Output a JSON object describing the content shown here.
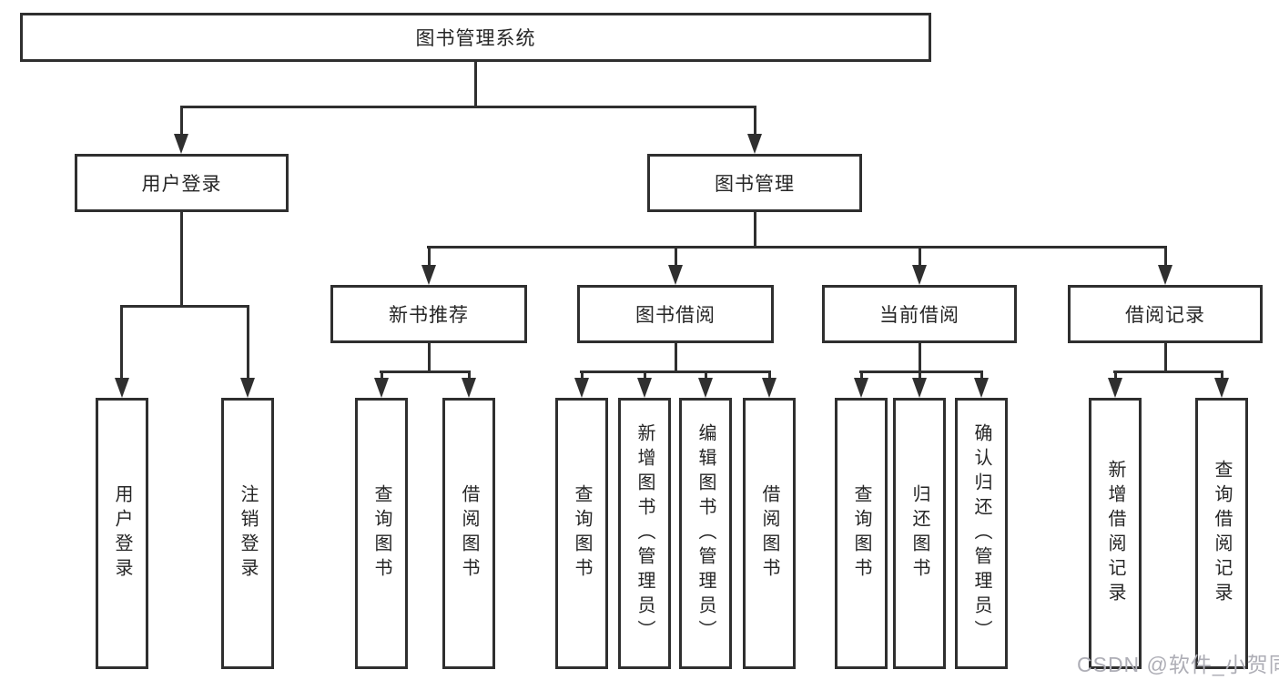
{
  "tree": {
    "root": {
      "label": "图书管理系统"
    },
    "children": [
      {
        "label": "用户登录",
        "children": [
          {
            "label": "用户登录"
          },
          {
            "label": "注销登录"
          }
        ]
      },
      {
        "label": "图书管理",
        "children": [
          {
            "label": "新书推荐",
            "children": [
              {
                "label": "查询图书"
              },
              {
                "label": "借阅图书"
              }
            ]
          },
          {
            "label": "图书借阅",
            "children": [
              {
                "label": "查询图书"
              },
              {
                "label": "新增图书（管理员）"
              },
              {
                "label": "编辑图书（管理员）"
              },
              {
                "label": "借阅图书"
              }
            ]
          },
          {
            "label": "当前借阅",
            "children": [
              {
                "label": "查询图书"
              },
              {
                "label": "归还图书"
              },
              {
                "label": "确认归还（管理员）"
              }
            ]
          },
          {
            "label": "借阅记录",
            "children": [
              {
                "label": "新增借阅记录"
              },
              {
                "label": "查询借阅记录"
              }
            ]
          }
        ]
      }
    ]
  },
  "watermark": {
    "text": "CSDN @软件_小贺同学"
  },
  "colors": {
    "line": "#2f2f2f",
    "text": "#262626",
    "watermark": "#aeaeb6",
    "background": "#ffffff"
  }
}
